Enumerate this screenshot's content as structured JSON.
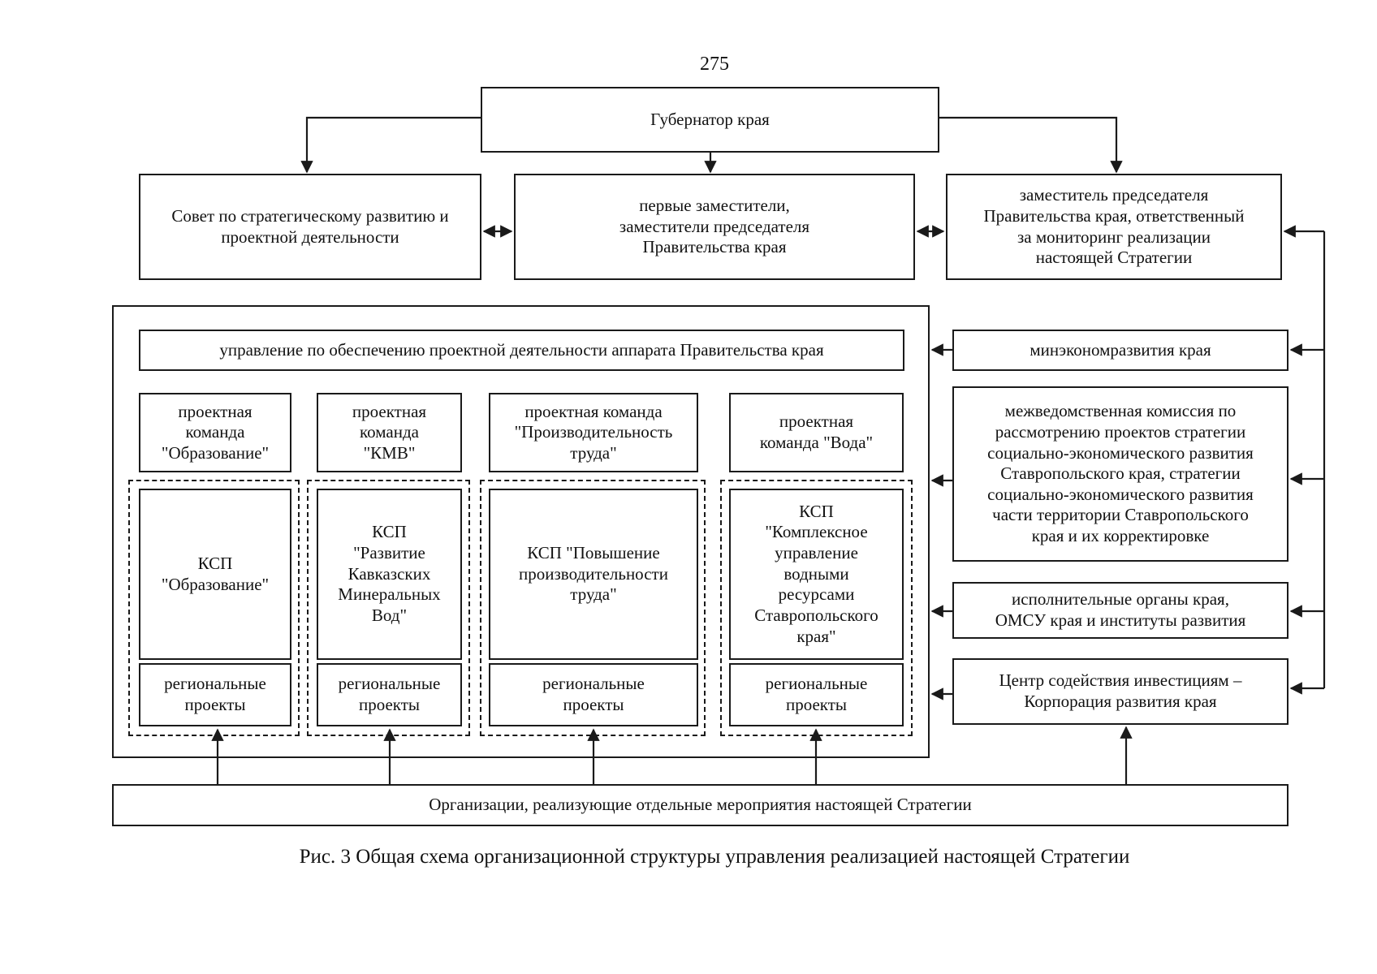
{
  "page_number": "275",
  "governor": "Губернатор края",
  "council": "Совет по стратегическому развитию и\nпроектной деятельности",
  "first_deputies": "первые заместители,\nзаместители председателя\nПравительства края",
  "deputy_monitoring": "заместитель председателя\nПравительства края, ответственный\nза мониторинг реализации\nнастоящей Стратегии",
  "project_office": "управление по обеспечению проектной деятельности аппарата Правительства края",
  "teams": [
    {
      "team": "проектная\nкоманда\n\"Образование\"",
      "ksp": "КСП\n\"Образование\"",
      "regional": "региональные\nпроекты"
    },
    {
      "team": "проектная\nкоманда\n\"КМВ\"",
      "ksp": "КСП\n\"Развитие\nКавказских\nМинеральных\nВод\"",
      "regional": "региональные\nпроекты"
    },
    {
      "team": "проектная команда\n\"Производительность\nтруда\"",
      "ksp": "КСП \"Повышение\nпроизводительности\nтруда\"",
      "regional": "региональные\nпроекты"
    },
    {
      "team": "проектная\nкоманда \"Вода\"",
      "ksp": "КСП\n\"Комплексное\nуправление\nводными\nресурсами\nСтавропольского\nкрая\"",
      "regional": "региональные\nпроекты"
    }
  ],
  "right_column": {
    "mineconom": "минэкономразвития края",
    "commission": "межведомственная комиссия по\nрассмотрению проектов стратегии\nсоциально-экономического развития\nСтавропольского края, стратегии\nсоциально-экономического развития\nчасти территории Ставропольского\nкрая и их корректировке",
    "executive": "исполнительные органы края,\nОМСУ края и институты развития",
    "invest_center": "Центр содействия инвестициям –\nКорпорация развития края"
  },
  "organizations": "Организации, реализующие отдельные мероприятия настоящей Стратегии",
  "caption": "Рис. 3 Общая схема организационной структуры управления реализацией настоящей Стратегии"
}
